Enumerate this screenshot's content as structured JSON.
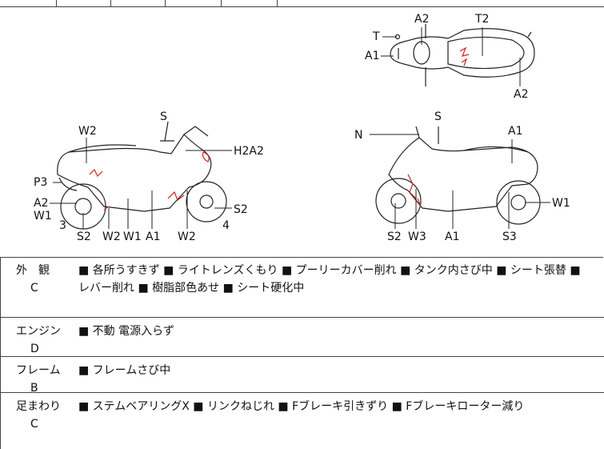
{
  "diagram": {
    "views": [
      "top",
      "left",
      "right"
    ],
    "part_colors": {
      "line": "#222222",
      "mark": "#cc2222"
    },
    "labels_top": {
      "a2": "A2",
      "t2": "T2",
      "t": "T",
      "a1": "A1",
      "a2b": "A2"
    },
    "labels_left": {
      "s": "S",
      "w2": "W2",
      "h2a2": "H2A2",
      "p3": "P3",
      "a2": "A2",
      "w1": "W1",
      "three": "3",
      "s2b": "S2",
      "four": "4",
      "bottom_s2": "S2",
      "bottom_w2": "W2",
      "bottom_w1": "W1",
      "bottom_a1": "A1",
      "bottom_w2b": "W2"
    },
    "labels_right": {
      "n": "N",
      "s": "S",
      "a1": "A1",
      "w1": "W1",
      "bottom_s2": "S2",
      "bottom_w3": "W3",
      "bottom_a1": "A1",
      "bottom_s3": "S3"
    }
  },
  "sections": [
    {
      "name": "外　観",
      "grade": "C",
      "detail": "■ 各所うすきず ■ ライトレンズくもり ■ プーリーカバー削れ ■ タンク内さび中 ■ シート張替 ■ レバー削れ ■ 樹脂部色あせ ■ シート硬化中"
    },
    {
      "name": "エンジン",
      "grade": "D",
      "detail": "■ 不動 電源入らず"
    },
    {
      "name": "フレーム",
      "grade": "B",
      "detail": "■ フレームさび中"
    },
    {
      "name": "足まわり",
      "grade": "C",
      "detail": "■ ステムベアリングX ■ リンクねじれ ■ Fブレーキ引きずり ■ Fブレーキローター減り"
    }
  ]
}
